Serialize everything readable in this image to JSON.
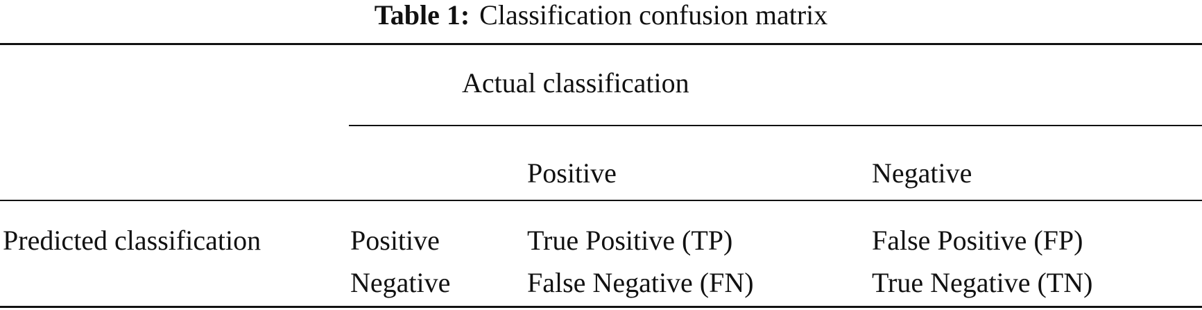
{
  "caption": {
    "label": "Table 1:",
    "text": "Classification confusion matrix"
  },
  "table": {
    "actual_header": "Actual classification",
    "predicted_header": "Predicted classification",
    "column_labels": [
      "Positive",
      "Negative"
    ],
    "row_labels": [
      "Positive",
      "Negative"
    ],
    "cells": [
      [
        "True Positive (TP)",
        "False Positive (FP)"
      ],
      [
        "False Negative (FN)",
        "True Negative (TN)"
      ]
    ]
  }
}
